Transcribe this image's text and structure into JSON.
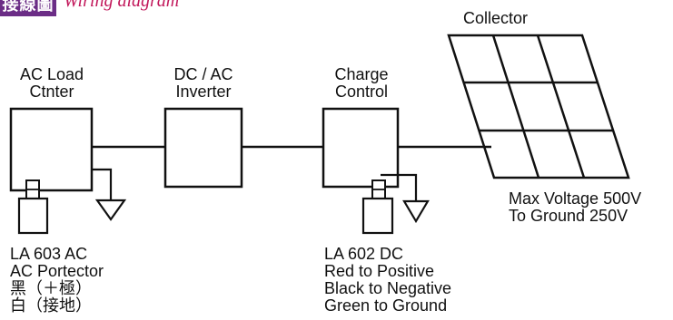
{
  "title": {
    "text": "接線圖",
    "subtitle": "Wiring diagram",
    "bg_color": "#6b2d86",
    "sub_color": "#c2185b"
  },
  "nodes": {
    "ac_load": {
      "line1": "AC Load",
      "line2": "Ctnter"
    },
    "inverter": {
      "line1": "DC / AC",
      "line2": "Inverter"
    },
    "charge": {
      "line1": "Charge",
      "line2": "Control"
    },
    "collector": {
      "label": "Collector"
    }
  },
  "notes": {
    "voltage": {
      "line1": "Max Voltage 500V",
      "line2": "To Ground 250V"
    },
    "la603": {
      "line1": "LA 603 AC",
      "line2": "AC Portector",
      "line3": "黑（＋極）",
      "line4": "白（接地）"
    },
    "la602": {
      "line1": "LA 602 DC",
      "line2": "Red to Positive",
      "line3": "Black to Negative",
      "line4": "Green to Ground"
    }
  },
  "colors": {
    "line": "#111111",
    "background": "#ffffff"
  }
}
